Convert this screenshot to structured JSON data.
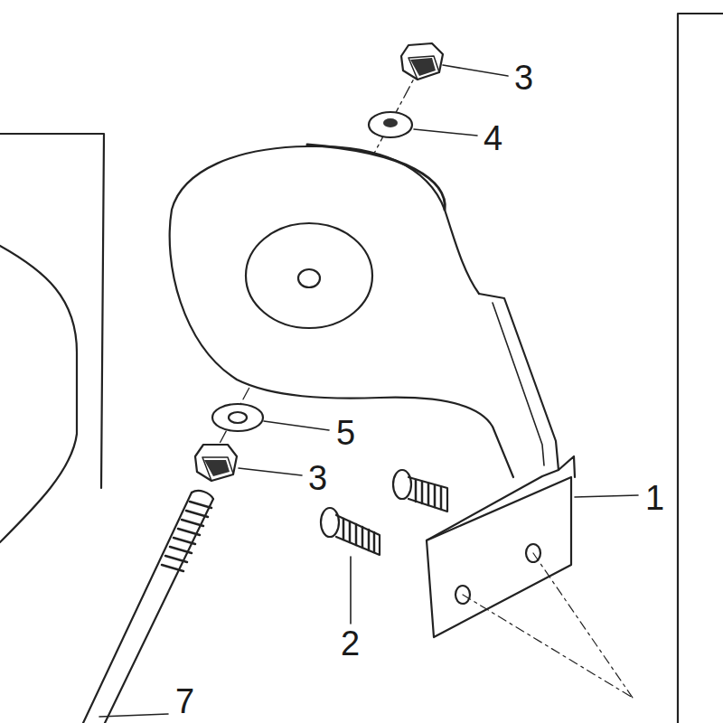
{
  "diagram": {
    "labels": [
      "3",
      "4",
      "5",
      "3",
      "1",
      "2",
      "7"
    ]
  }
}
